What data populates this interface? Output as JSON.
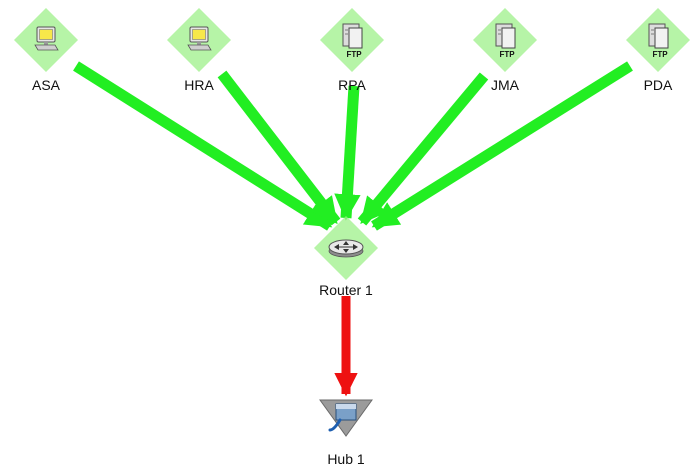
{
  "diagram": {
    "nodes": [
      {
        "id": "asa",
        "label": "ASA",
        "kind": "workstation",
        "icon": "workstation-icon",
        "status_color": "#9ef08a"
      },
      {
        "id": "hra",
        "label": "HRA",
        "kind": "workstation",
        "icon": "workstation-icon",
        "status_color": "#9ef08a"
      },
      {
        "id": "rpa",
        "label": "RPA",
        "kind": "ftp-server",
        "icon": "ftp-server-icon",
        "badge": "FTP",
        "status_color": "#9ef08a"
      },
      {
        "id": "jma",
        "label": "JMA",
        "kind": "ftp-server",
        "icon": "ftp-server-icon",
        "badge": "FTP",
        "status_color": "#9ef08a"
      },
      {
        "id": "pda",
        "label": "PDA",
        "kind": "ftp-server",
        "icon": "ftp-server-icon",
        "badge": "FTP",
        "status_color": "#9ef08a"
      },
      {
        "id": "router1",
        "label": "Router 1",
        "kind": "router",
        "icon": "router-icon",
        "status_color": "#9ef08a"
      },
      {
        "id": "hub1",
        "label": "Hub 1",
        "kind": "hub",
        "icon": "hub-icon",
        "status_color": "#8a8a8a"
      }
    ],
    "links": [
      {
        "from": "asa",
        "to": "router1",
        "color": "#22ee22"
      },
      {
        "from": "hra",
        "to": "router1",
        "color": "#22ee22"
      },
      {
        "from": "rpa",
        "to": "router1",
        "color": "#22ee22"
      },
      {
        "from": "jma",
        "to": "router1",
        "color": "#22ee22"
      },
      {
        "from": "pda",
        "to": "router1",
        "color": "#22ee22"
      },
      {
        "from": "router1",
        "to": "hub1",
        "color": "#ee1111"
      }
    ]
  }
}
